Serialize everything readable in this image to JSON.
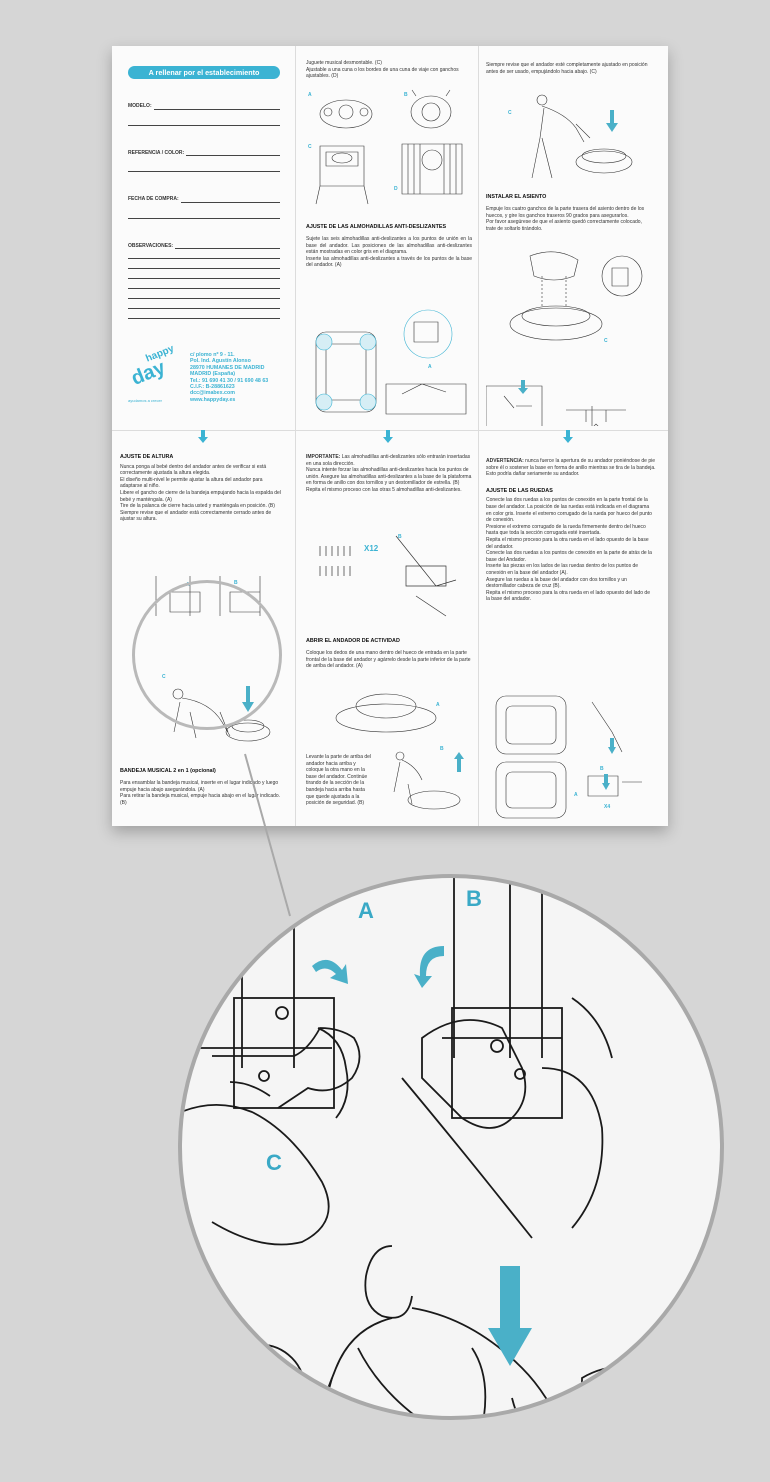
{
  "form": {
    "header": "A rellenar por el establecimiento",
    "modelo": "MODELO:",
    "referencia": "REFERENCIA / COLOR:",
    "fecha": "FECHA DE COMPRA:",
    "observaciones": "OBSERVACIONES:"
  },
  "brand": {
    "logo_top": "happy",
    "logo_main": "day",
    "tagline": "ayudamos a crecer",
    "address": [
      "c/ plomo nº 9 - 11.",
      "Pol. Ind. Agustín Alonso",
      "28970 HUMANES DE MADRID",
      "MADRID (España)",
      "Tel.: 91 690 41 30 / 91 690 48 63",
      "C.I.F.: B-28861623",
      "dcc@imabex.com",
      "www.happyday.es"
    ]
  },
  "p2": {
    "intro": "Juguete musical desmontable. (C)\nAjustable a una cuna o los bordes de una cuna de viaje con ganchos ajustables. (D)",
    "title": "AJUSTE DE LAS ALMOHADILLAS ANTI-DESLIZANTES",
    "body": "Sujete las seis almohadillas anti-deslizantes a los puntos de unión en la base del andador. Las posiciones de las almohadillas anti-deslizantes están mostradas en color gris en el diagrama.\nInserte las almohadillas anti-deslizantes a través de los puntos de la base del andador. (A)"
  },
  "p3": {
    "intro": "Siempre revise que el andador esté completamente ajustado en posición antes de ser usado, empujándolo hacia abajo. (C)",
    "title": "INSTALAR EL ASIENTO",
    "body": "Empuje los cuatro ganchos de la parte trasera del asiento dentro de los huecos, y gire los ganchos traseros 90 grados para asegurarlos.\nPor favor asegúrese de que el asiento quedó correctamente colocado, trate de soltarlo tirándolo."
  },
  "p4": {
    "title": "AJUSTE DE ALTURA",
    "body": "Nunca ponga al bebé dentro del andador antes de verificar si está correctamente ajustada la altura elegida.\nEl diseño multi-nivel le permite ajustar la altura del andador para adaptarse al niño.\nLibere el gancho de cierre de la bandeja empujando hacia la espalda del bebé y manténgala. (A)\nTire de la palanca de cierre hacia usted y manténgala en posición. (B)\nSiempre revise que el andador está correctamente cerrado antes de ajustar su altura.",
    "title2": "BANDEJA MUSICAL 2 en 1 (opcional)",
    "body2": "Para ensamblar la bandeja musical, inserte en el lugar indicado y luego empuje hacia abajo asegurándola. (A)\nPara retirar la bandeja musical, empuje hacia abajo en el lugar indicado. (B)"
  },
  "p5": {
    "important_label": "IMPORTANTE:",
    "important": " Las almohadillas anti-deslizantes sólo entrarán insertadas en una sola dirección.\nNunca intente forzar las almohadillas anti-deslizantes hacia los puntos de unión. Asegure las almohadillas anti-deslizantes a la base de la plataforma en forma de anillo con dos tornillos y un destornillador de estrella. (B)\nRepita el mismo proceso con las otras 5 almohadillas anti-deslizantes.",
    "qty": "X12",
    "title": "ABRIR EL ANDADOR DE ACTIVIDAD",
    "body": "Coloque los dedos de una mano dentro del hueco de entrada en la parte frontal de la base del andador y agárrelo desde la parte inferior de la parte de arriba del andador. (A)",
    "body2": "Levante la parte de arriba del andador hacia arriba y coloque la otra mano en la base del andador. Continúe tirando de la sección de la bandeja hacia arriba hasta que quede ajustada a la posición de seguridad. (B)"
  },
  "p6": {
    "warning_label": "ADVERTENCIA:",
    "warning": " nunca fuerce la apertura de su andador poniéndose de pie sobre él o sostener la base en forma de anillo mientras se tira de la bandeja. Esto podría dañar seriamente su andador.",
    "title": "AJUSTE DE LAS RUEDAS",
    "body": "Conecte las dos ruedas a los puntos de conexión en la parte frontal de la base del andador. La posición de las ruedas está indicada en el diagrama en color gris. Inserte el extremo corrugado de la rueda por hueco del punto de conexión.\nPresione el extremo corrugado de la rueda firmemente dentro del hueco hasta que toda la sección corrugada esté insertada.\nRepita el mismo proceso para la otra rueda en el lado opuesto de la base del andador.\nConecte las dos ruedas a los puntos de conexión en la parte de atrás de la base del Andador.\nInserte las piezas en los lados de las ruedas dentro de los puntos de conexión en la base del andador (A).\nAsegure las ruedas a la base del andador con dos tornillos y un destornillador cabeza de cruz (B).\nRepita el mismo proceso para la otra rueda en el lado opuesto del lado de la base del andador.",
    "qty": "X4"
  },
  "labels": {
    "a": "A",
    "b": "B",
    "c": "C",
    "d": "D"
  },
  "colors": {
    "accent": "#3bb3d3",
    "arrow": "#4ab0c8"
  }
}
